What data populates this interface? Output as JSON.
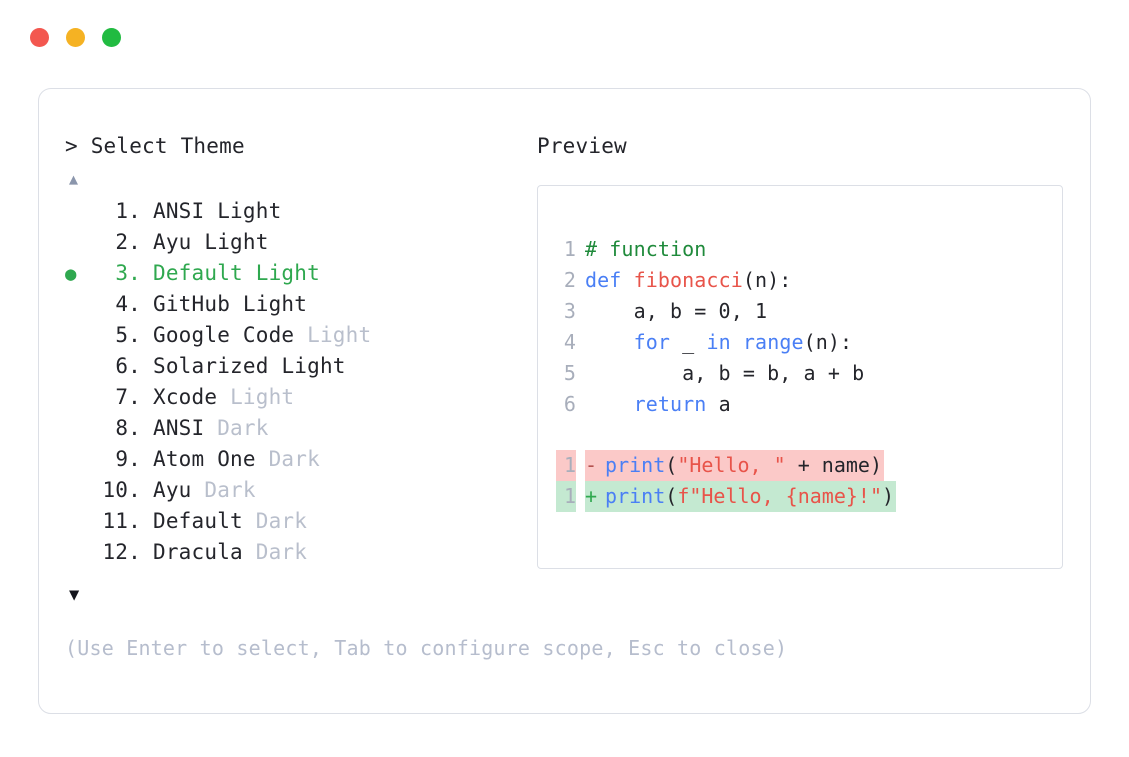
{
  "window": {
    "traffic_lights": [
      {
        "name": "close",
        "color": "#f3574f"
      },
      {
        "name": "minimize",
        "color": "#f5b223"
      },
      {
        "name": "maximize",
        "color": "#21bb41"
      }
    ]
  },
  "left": {
    "prompt_caret": ">",
    "prompt_label": "Select Theme",
    "scroll_up_icon": "▲",
    "scroll_down_icon": "▼",
    "selected_bullet": "●",
    "selected_index": 3,
    "themes": [
      {
        "index": "1.",
        "name": "ANSI",
        "variant": "Light",
        "variant_muted": false,
        "selected": false
      },
      {
        "index": "2.",
        "name": "Ayu",
        "variant": "Light",
        "variant_muted": false,
        "selected": false
      },
      {
        "index": "3.",
        "name": "Default",
        "variant": "Light",
        "variant_muted": false,
        "selected": true
      },
      {
        "index": "4.",
        "name": "GitHub",
        "variant": "Light",
        "variant_muted": false,
        "selected": false
      },
      {
        "index": "5.",
        "name": "Google Code",
        "variant": "Light",
        "variant_muted": true,
        "selected": false
      },
      {
        "index": "6.",
        "name": "Solarized",
        "variant": "Light",
        "variant_muted": false,
        "selected": false
      },
      {
        "index": "7.",
        "name": "Xcode",
        "variant": "Light",
        "variant_muted": true,
        "selected": false
      },
      {
        "index": "8.",
        "name": "ANSI",
        "variant": "Dark",
        "variant_muted": true,
        "selected": false
      },
      {
        "index": "9.",
        "name": "Atom One",
        "variant": "Dark",
        "variant_muted": true,
        "selected": false
      },
      {
        "index": "10.",
        "name": "Ayu",
        "variant": "Dark",
        "variant_muted": true,
        "selected": false
      },
      {
        "index": "11.",
        "name": "Default",
        "variant": "Dark",
        "variant_muted": true,
        "selected": false
      },
      {
        "index": "12.",
        "name": "Dracula",
        "variant": "Dark",
        "variant_muted": true,
        "selected": false
      }
    ],
    "hint": "(Use Enter to select, Tab to configure scope, Esc to close)"
  },
  "right": {
    "preview_label": "Preview",
    "code_lines": [
      {
        "no": "1",
        "tokens": [
          {
            "t": "# function",
            "c": "comment"
          }
        ]
      },
      {
        "no": "2",
        "tokens": [
          {
            "t": "def ",
            "c": "keyword"
          },
          {
            "t": "fibonacci",
            "c": "func"
          },
          {
            "t": "(n):",
            "c": "plain"
          }
        ]
      },
      {
        "no": "3",
        "tokens": [
          {
            "t": "    a, b = 0, 1",
            "c": "plain"
          }
        ]
      },
      {
        "no": "4",
        "tokens": [
          {
            "t": "    ",
            "c": "plain"
          },
          {
            "t": "for",
            "c": "keyword"
          },
          {
            "t": " _ ",
            "c": "plain"
          },
          {
            "t": "in",
            "c": "keyword"
          },
          {
            "t": " ",
            "c": "plain"
          },
          {
            "t": "range",
            "c": "builtin"
          },
          {
            "t": "(n):",
            "c": "plain"
          }
        ]
      },
      {
        "no": "5",
        "tokens": [
          {
            "t": "        a, b = b, a + b",
            "c": "plain"
          }
        ]
      },
      {
        "no": "6",
        "tokens": [
          {
            "t": "    ",
            "c": "plain"
          },
          {
            "t": "return",
            "c": "keyword"
          },
          {
            "t": " a",
            "c": "plain"
          }
        ]
      }
    ],
    "diff_lines": [
      {
        "no": "1",
        "marker": "-",
        "kind": "minus",
        "tokens": [
          {
            "t": "print",
            "c": "builtin"
          },
          {
            "t": "(",
            "c": "plain"
          },
          {
            "t": "\"Hello, \"",
            "c": "string"
          },
          {
            "t": " + name)",
            "c": "plain"
          }
        ]
      },
      {
        "no": "1",
        "marker": "+",
        "kind": "plus",
        "tokens": [
          {
            "t": "print",
            "c": "builtin"
          },
          {
            "t": "(",
            "c": "plain"
          },
          {
            "t": "f\"Hello, {name}!\"",
            "c": "string"
          },
          {
            "t": ")",
            "c": "plain"
          }
        ]
      }
    ]
  },
  "colors": {
    "accent_green": "#2fa84f",
    "muted_text": "#b9bfcc",
    "hint_text": "#b6bdcd",
    "border": "#dcdfe6",
    "diff_remove_bg": "#fbc9c8",
    "diff_add_bg": "#c4e9d1",
    "keyword": "#4a7ff5",
    "string": "#e8544a",
    "comment": "#1f8a3b",
    "function": "#e8544a"
  }
}
